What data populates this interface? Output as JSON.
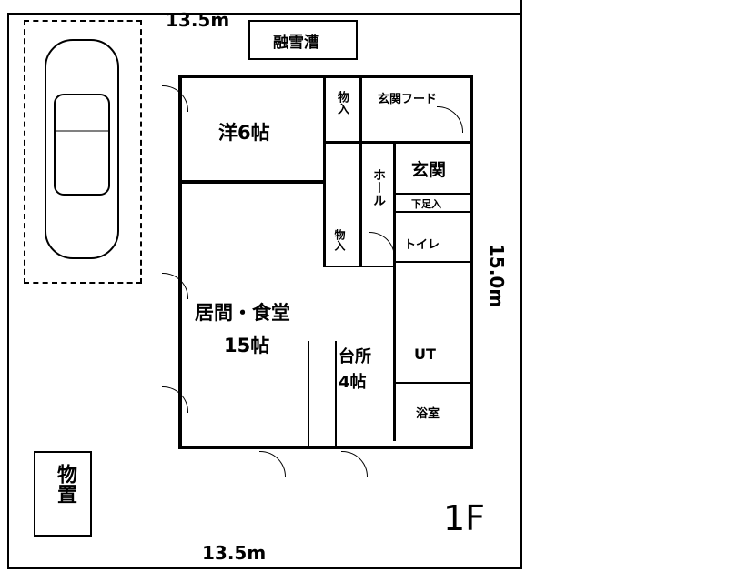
{
  "dimensions": {
    "top": "13.5m",
    "bottom": "13.5m",
    "right": "15.0m"
  },
  "floor": "1F",
  "rooms": {
    "snow_tank": "融雪漕",
    "western": "洋6帖",
    "storage1": "物入",
    "porch_hood": "玄関フード",
    "entrance": "玄関",
    "hall": "ホール",
    "shoe": "下足入",
    "toilet": "トイレ",
    "living": "居間・食堂",
    "living_size": "15帖",
    "kitchen": "台所",
    "kitchen_size": "4帖",
    "storage2": "物入",
    "utility": "UT",
    "bath": "浴室",
    "shed": "物置"
  }
}
